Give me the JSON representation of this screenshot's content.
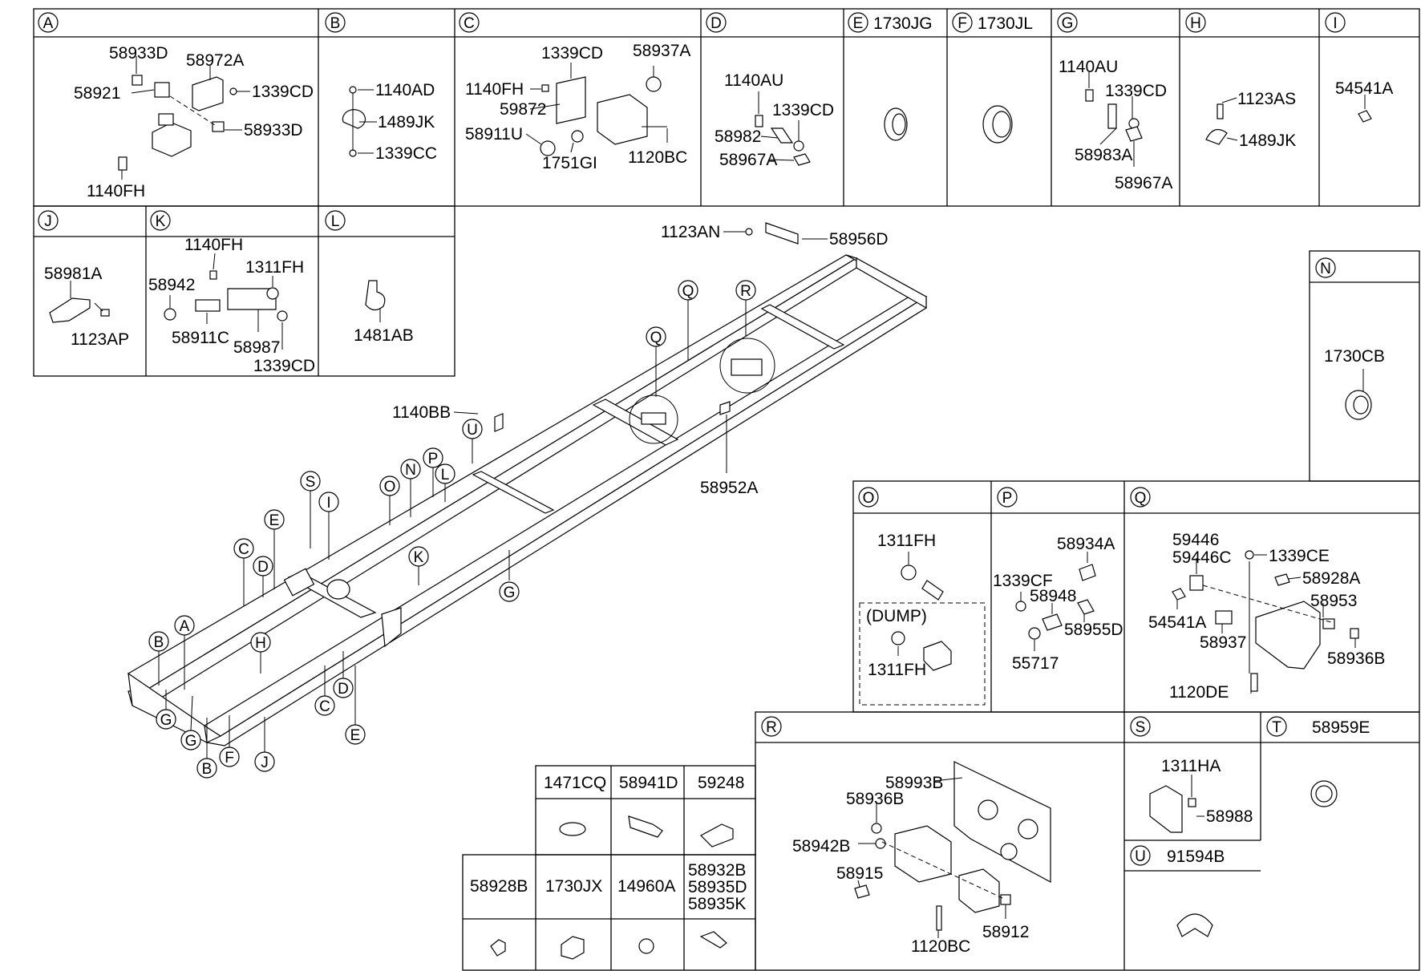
{
  "top_panels": [
    {
      "letter": "A",
      "title": ""
    },
    {
      "letter": "B",
      "title": ""
    },
    {
      "letter": "C",
      "title": ""
    },
    {
      "letter": "D",
      "title": ""
    },
    {
      "letter": "E",
      "title": "1730JG"
    },
    {
      "letter": "F",
      "title": "1730JL"
    },
    {
      "letter": "G",
      "title": ""
    },
    {
      "letter": "H",
      "title": ""
    },
    {
      "letter": "I",
      "title": ""
    }
  ],
  "second_row": [
    {
      "letter": "J",
      "title": ""
    },
    {
      "letter": "K",
      "title": ""
    },
    {
      "letter": "L",
      "title": ""
    }
  ],
  "right_panels": [
    {
      "letter": "N",
      "title": ""
    },
    {
      "letter": "O",
      "title": ""
    },
    {
      "letter": "P",
      "title": ""
    },
    {
      "letter": "Q",
      "title": ""
    },
    {
      "letter": "R",
      "title": ""
    },
    {
      "letter": "S",
      "title": ""
    },
    {
      "letter": "T",
      "title": "58959E"
    },
    {
      "letter": "U",
      "title": "91594B"
    }
  ],
  "labels": {
    "A": [
      "58933D",
      "58972A",
      "58921",
      "1339CD",
      "58933D",
      "1140FH"
    ],
    "B": [
      "1140AD",
      "1489JK",
      "1339CC"
    ],
    "C": [
      "1339CD",
      "58937A",
      "1140FH",
      "59872",
      "58911U",
      "1751GI",
      "1120BC"
    ],
    "D": [
      "1140AU",
      "1339CD",
      "58982",
      "58967A"
    ],
    "G": [
      "1140AU",
      "1339CD",
      "58983A",
      "58967A"
    ],
    "H": [
      "1123AS",
      "1489JK"
    ],
    "I": [
      "54541A"
    ],
    "J": [
      "58981A",
      "1123AP"
    ],
    "K": [
      "1140FH",
      "1311FH",
      "58942",
      "58911C",
      "58987",
      "1339CD"
    ],
    "L": [
      "1481AB"
    ],
    "N": [
      "1730CB"
    ],
    "O": [
      "1311FH",
      "(DUMP)",
      "1311FH"
    ],
    "P": [
      "58934A",
      "1339CF",
      "58948",
      "58955D",
      "55717"
    ],
    "Q": [
      "59446",
      "59446C",
      "1339CE",
      "58928A",
      "58953",
      "54541A",
      "58937",
      "58936B",
      "1120DE"
    ],
    "R": [
      "58993B",
      "58936B",
      "58942B",
      "58915",
      "1120BC",
      "58912"
    ],
    "S": [
      "1311HA",
      "58988"
    ]
  },
  "main_labels": [
    "1123AN",
    "58956D",
    "1140BB",
    "58952A"
  ],
  "frame_callouts": [
    "Q",
    "R",
    "Q",
    "U",
    "L",
    "P",
    "N",
    "O",
    "S",
    "I",
    "E",
    "D",
    "C",
    "K",
    "G",
    "H",
    "A",
    "B",
    "G",
    "G",
    "B",
    "F",
    "J",
    "C",
    "D",
    "E"
  ],
  "parts_table": {
    "row1": [
      "1471CQ",
      "58941D",
      "59248"
    ],
    "row2": [
      "58928B",
      "1730JX",
      "14960A"
    ],
    "row2_multi": [
      "58932B",
      "58935D",
      "58935K"
    ]
  }
}
